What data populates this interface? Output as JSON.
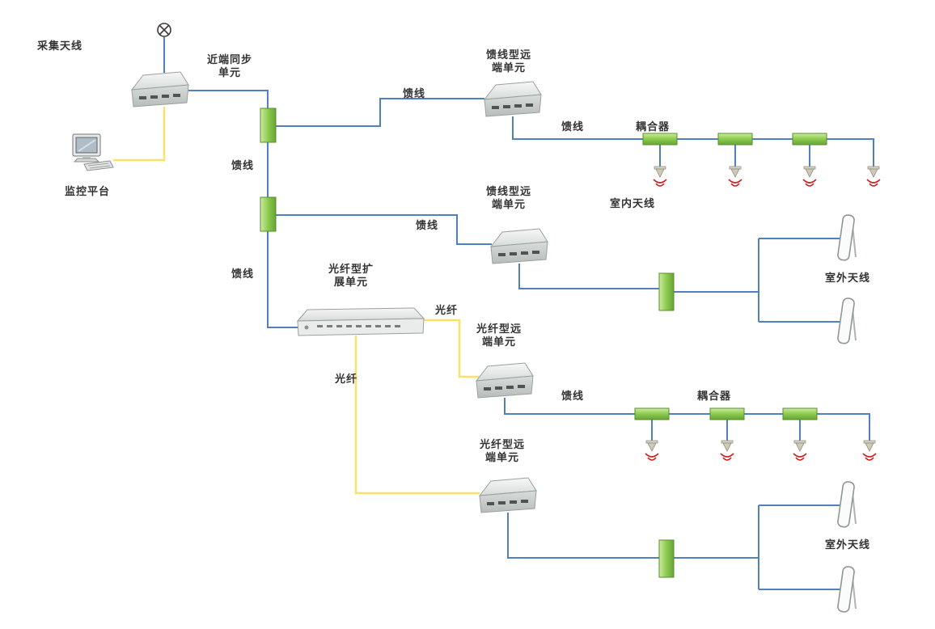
{
  "diagram": {
    "nodes": {
      "collect_antenna": "采集天线",
      "near_end_sync_unit": "近端同步\n单元",
      "monitor_platform": "监控平台",
      "feeder_remote_unit": "馈线型远\n端单元",
      "fiber_expansion_unit": "光纤型扩\n展单元",
      "fiber_remote_unit": "光纤型远\n端单元",
      "coupler": "耦合器",
      "indoor_antenna": "室内天线",
      "outdoor_antenna": "室外天线"
    },
    "links": {
      "feeder": "馈线",
      "fiber": "光纤"
    },
    "colors": {
      "feeder_line": "#4f81bd",
      "fiber_line": "#ffe066",
      "coupler_fill": "#8ccb4e",
      "coupler_border": "#56902c",
      "signal_arc": "#cc2222"
    }
  }
}
